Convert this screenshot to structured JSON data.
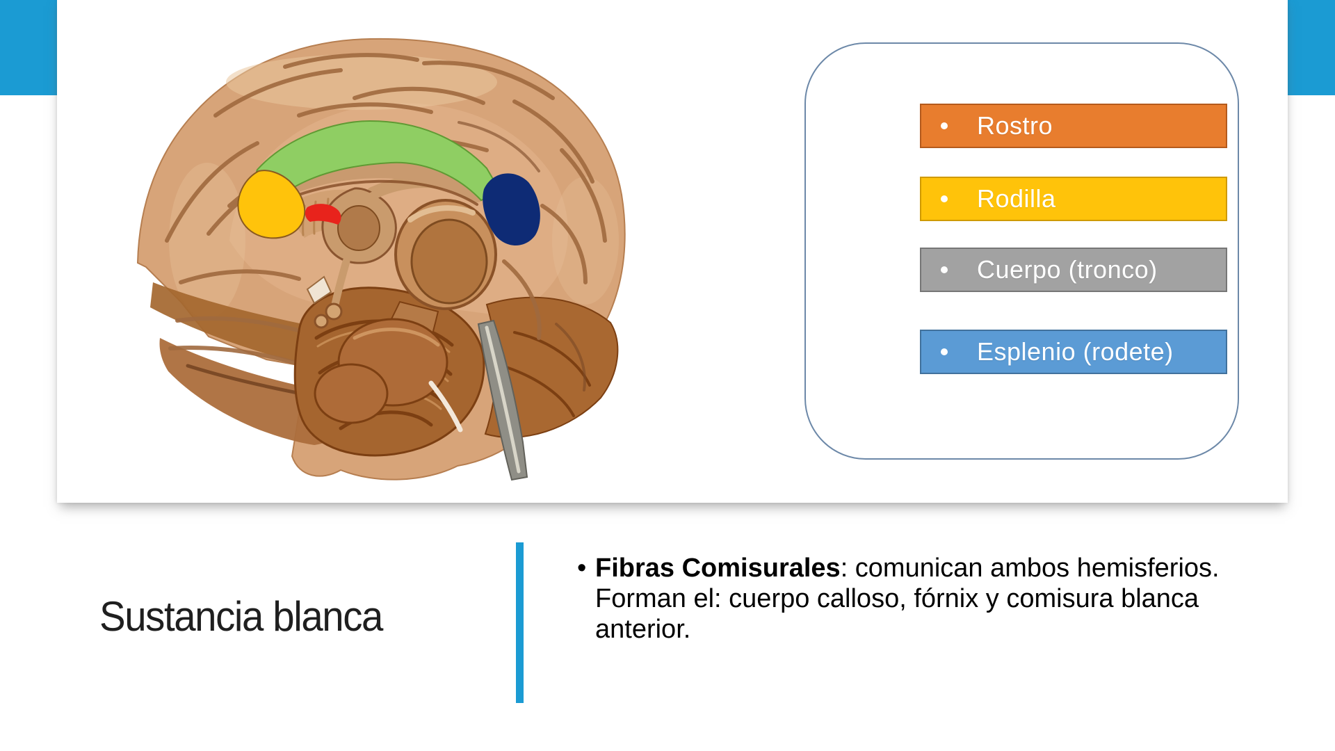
{
  "slide": {
    "accent_color": "#1b9bd3",
    "title": "Sustancia blanca",
    "body": {
      "bullet": "•",
      "bold_lead": "Fibras Comisurales",
      "line1_rest": ": comunican ambos hemisferios.",
      "line2": "Forman el: cuerpo calloso, fórnix y comisura blanca",
      "line3": "anterior."
    }
  },
  "figure": {
    "legend": {
      "bullet": "•",
      "items": [
        {
          "label": "Rostro",
          "fill": "#e87d2e",
          "border": "#b45a1c"
        },
        {
          "label": "Rodilla",
          "fill": "#ffc30a",
          "border": "#cf9a02"
        },
        {
          "label": "Cuerpo (tronco)",
          "fill": "#a2a2a2",
          "border": "#767676"
        },
        {
          "label": "Esplenio (rodete)",
          "fill": "#5b9bd5",
          "border": "#41719c"
        }
      ]
    },
    "brain_region_colors": {
      "cuerpo_body": "#8fce63",
      "rodilla_genu": "#ffc30b",
      "rostro_rostrum": "#e8231c",
      "esplenio_splenium": "#0e2b75"
    }
  }
}
